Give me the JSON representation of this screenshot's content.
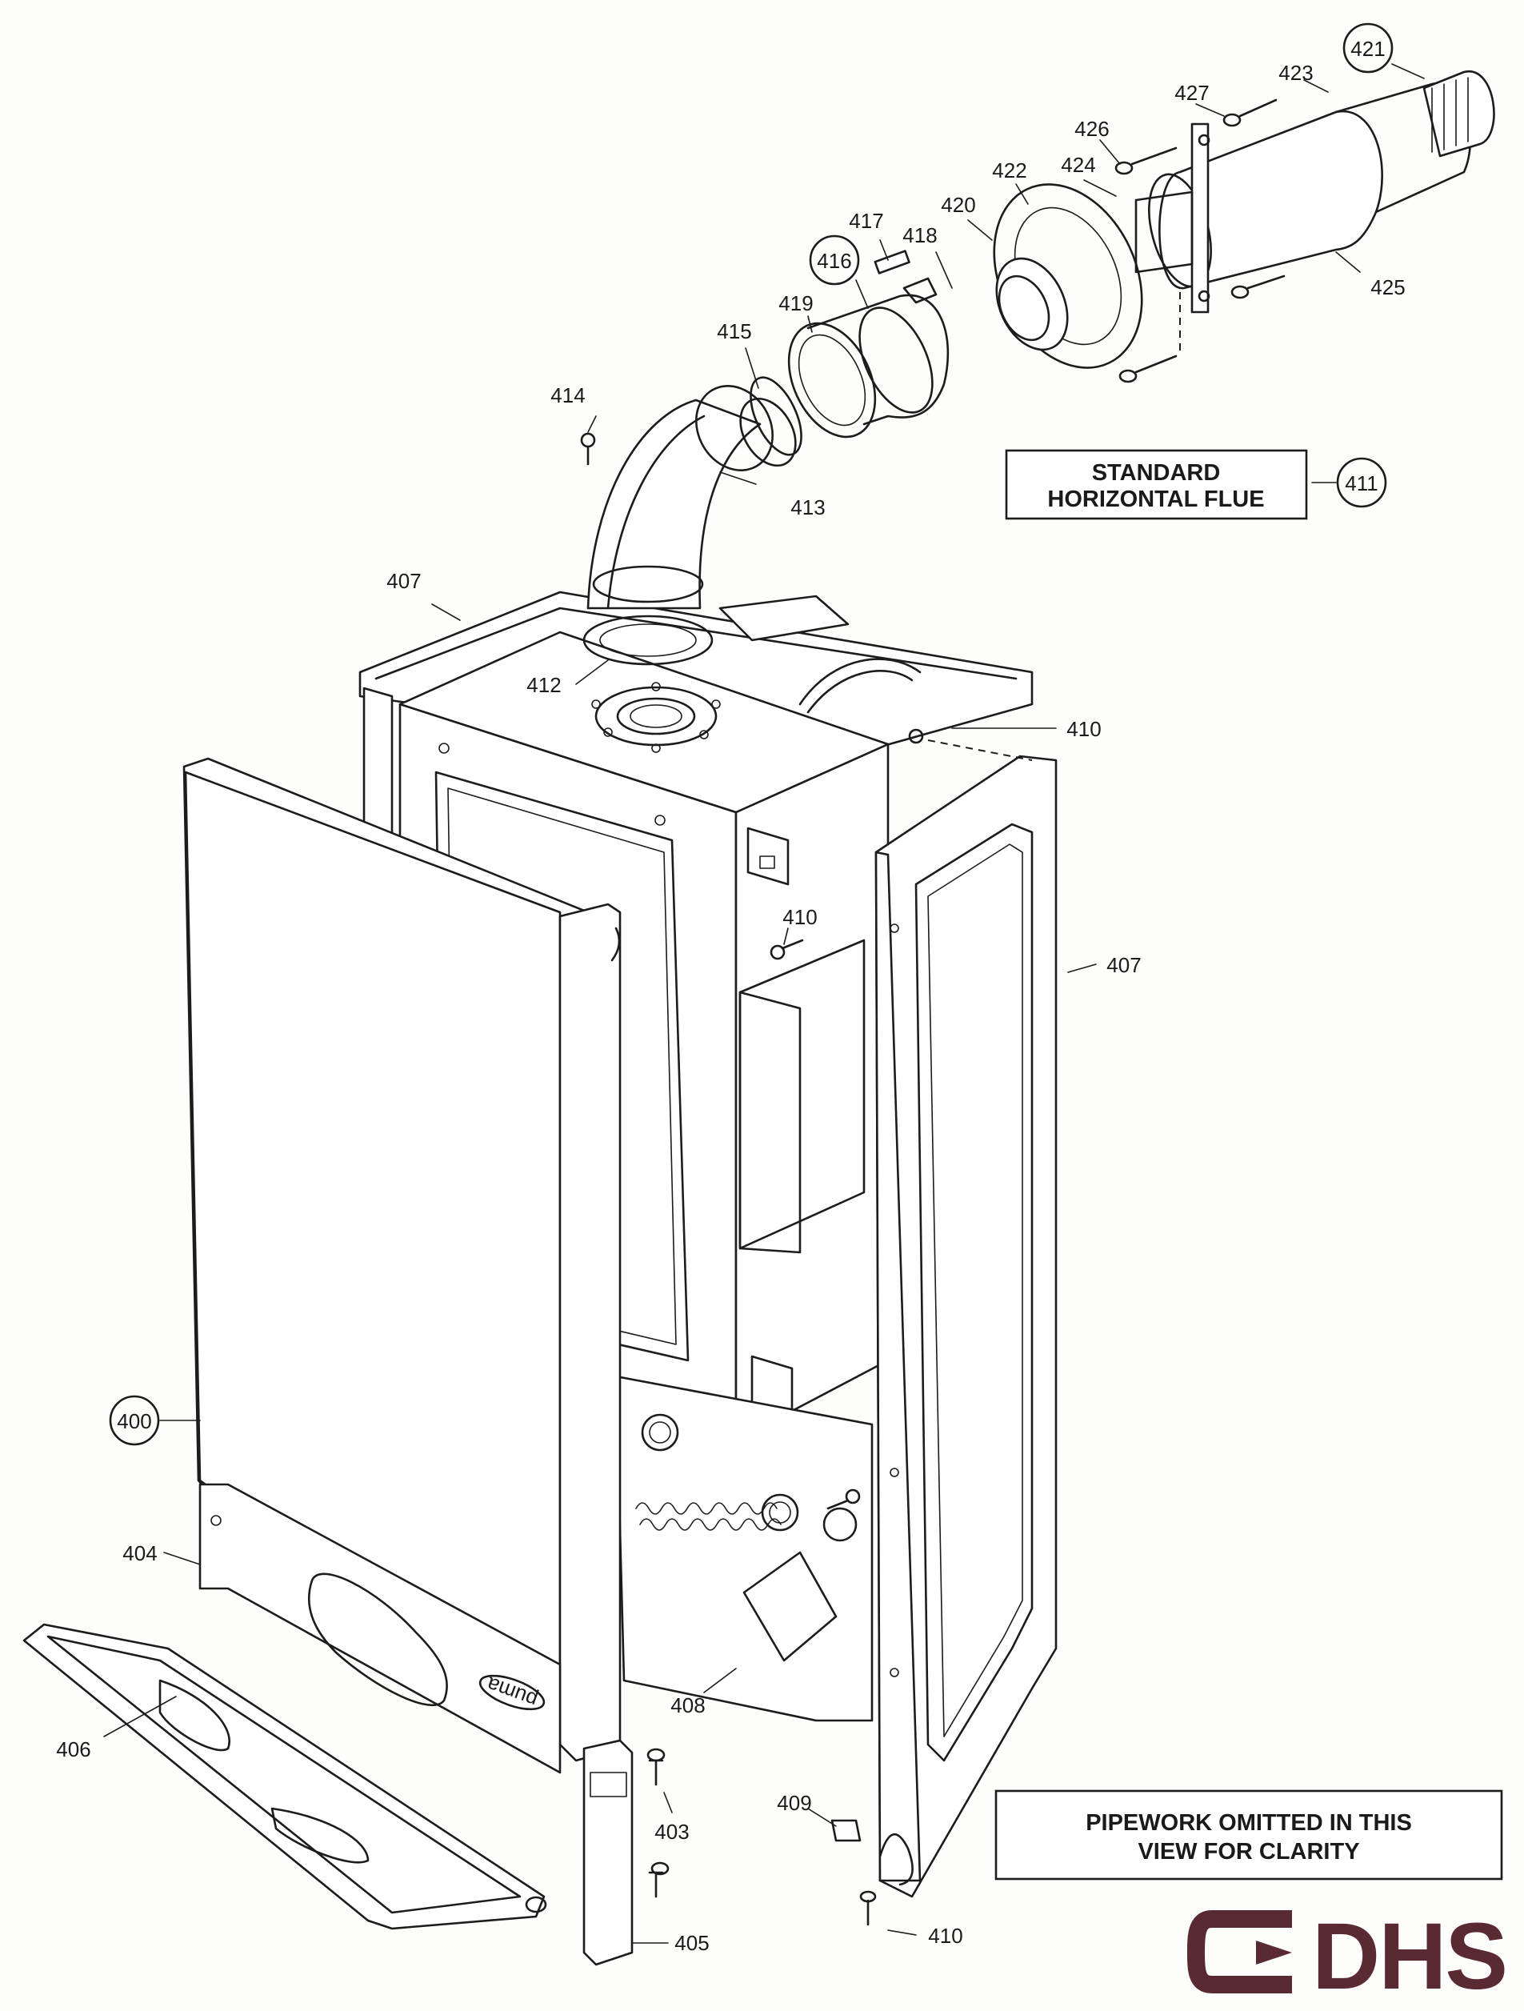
{
  "callouts": {
    "c400": "400",
    "c403": "403",
    "c404": "404",
    "c405": "405",
    "c406": "406",
    "c407a": "407",
    "c407b": "407",
    "c408": "408",
    "c409": "409",
    "c410a": "410",
    "c410b": "410",
    "c410c": "410",
    "c411": "411",
    "c412": "412",
    "c413": "413",
    "c414": "414",
    "c415": "415",
    "c416": "416",
    "c417": "417",
    "c418": "418",
    "c419": "419",
    "c420": "420",
    "c421": "421",
    "c422": "422",
    "c423": "423",
    "c424": "424",
    "c425": "425",
    "c426": "426",
    "c427": "427"
  },
  "notes": {
    "flue_line1": "STANDARD",
    "flue_line2": "HORIZONTAL FLUE",
    "pipework_line1": "PIPEWORK OMITTED IN THIS",
    "pipework_line2": "VIEW FOR CLARITY"
  },
  "brand": {
    "logo_text": "DHS",
    "logo_color": "#5a2a33"
  },
  "panel_badge": "puma"
}
